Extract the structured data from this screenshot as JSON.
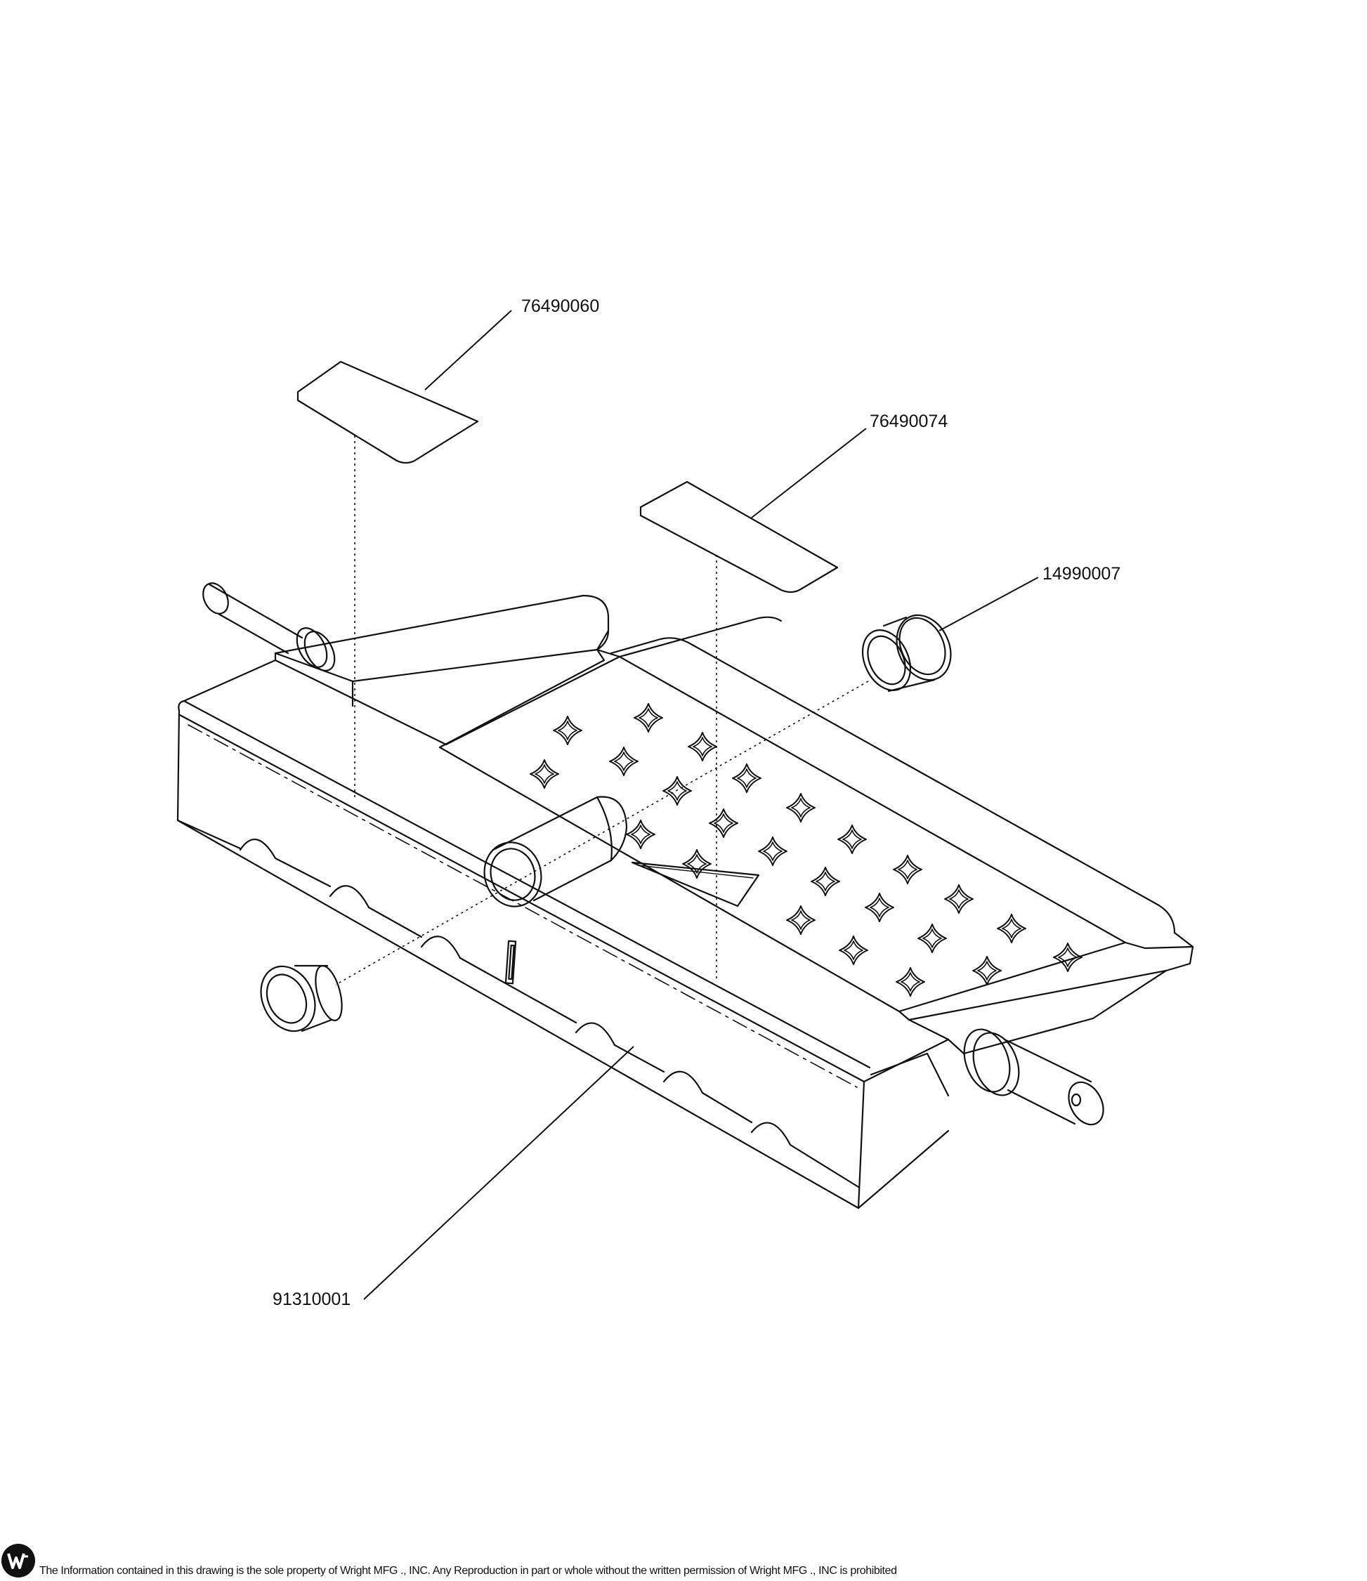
{
  "callouts": {
    "decal_a": "76490060",
    "decal_b": "76490074",
    "bushing": "14990007",
    "platform": "91310001"
  },
  "footer": {
    "notice": "The Information contained in this drawing is the sole property of Wright MFG ., INC. Any Reproduction in part or whole without the written permission of Wright MFG ., INC is prohibited"
  }
}
